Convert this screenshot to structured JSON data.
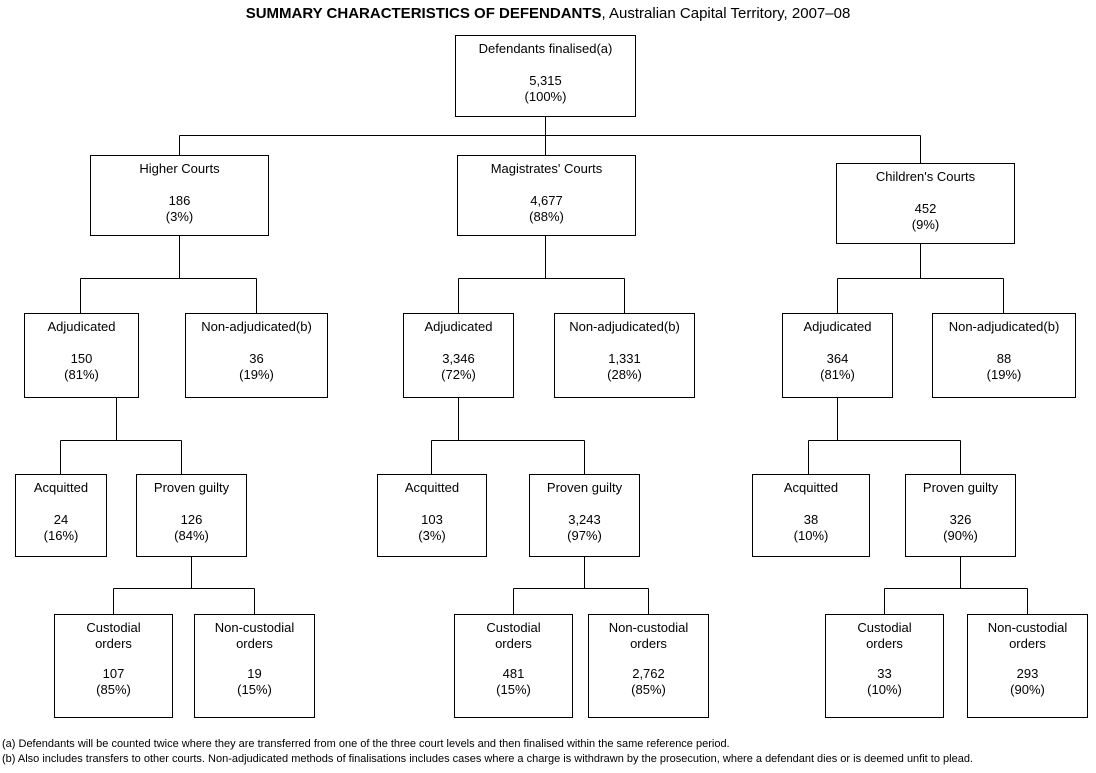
{
  "title": {
    "bold": "SUMMARY CHARACTERISTICS OF DEFENDANTS",
    "rest": ", Australian Capital Territory, 2007–08"
  },
  "chart_data": {
    "type": "diagram",
    "title": "SUMMARY CHARACTERISTICS OF DEFENDANTS, Australian Capital Territory, 2007–08",
    "root": "Defendants finalised(a)",
    "nodes": [
      {
        "id": "root",
        "label": "Defendants finalised(a)",
        "value": "5,315",
        "pct": "(100%)"
      },
      {
        "id": "higher",
        "label": "Higher Courts",
        "value": "186",
        "pct": "(3%)"
      },
      {
        "id": "magistrates",
        "label": "Magistrates' Courts",
        "value": "4,677",
        "pct": "(88%)"
      },
      {
        "id": "childrens",
        "label": "Children's Courts",
        "value": "452",
        "pct": "(9%)"
      },
      {
        "id": "h-adj",
        "label": "Adjudicated",
        "value": "150",
        "pct": "(81%)"
      },
      {
        "id": "h-nonadj",
        "label": "Non-adjudicated(b)",
        "value": "36",
        "pct": "(19%)"
      },
      {
        "id": "m-adj",
        "label": "Adjudicated",
        "value": "3,346",
        "pct": "(72%)"
      },
      {
        "id": "m-nonadj",
        "label": "Non-adjudicated(b)",
        "value": "1,331",
        "pct": "(28%)"
      },
      {
        "id": "c-adj",
        "label": "Adjudicated",
        "value": "364",
        "pct": "(81%)"
      },
      {
        "id": "c-nonadj",
        "label": "Non-adjudicated(b)",
        "value": "88",
        "pct": "(19%)"
      },
      {
        "id": "h-acq",
        "label": "Acquitted",
        "value": "24",
        "pct": "(16%)"
      },
      {
        "id": "h-guilty",
        "label": "Proven guilty",
        "value": "126",
        "pct": "(84%)"
      },
      {
        "id": "m-acq",
        "label": "Acquitted",
        "value": "103",
        "pct": "(3%)"
      },
      {
        "id": "m-guilty",
        "label": "Proven guilty",
        "value": "3,243",
        "pct": "(97%)"
      },
      {
        "id": "c-acq",
        "label": "Acquitted",
        "value": "38",
        "pct": "(10%)"
      },
      {
        "id": "c-guilty",
        "label": "Proven guilty",
        "value": "326",
        "pct": "(90%)"
      },
      {
        "id": "h-cust",
        "label": "Custodial\norders",
        "value": "107",
        "pct": "(85%)"
      },
      {
        "id": "h-noncust",
        "label": "Non-custodial\norders",
        "value": "19",
        "pct": "(15%)"
      },
      {
        "id": "m-cust",
        "label": "Custodial\norders",
        "value": "481",
        "pct": "(15%)"
      },
      {
        "id": "m-noncust",
        "label": "Non-custodial\norders",
        "value": "2,762",
        "pct": "(85%)"
      },
      {
        "id": "c-cust",
        "label": "Custodial\norders",
        "value": "33",
        "pct": "(10%)"
      },
      {
        "id": "c-noncust",
        "label": "Non-custodial\norders",
        "value": "293",
        "pct": "(90%)"
      }
    ],
    "edges": [
      [
        "root",
        "higher"
      ],
      [
        "root",
        "magistrates"
      ],
      [
        "root",
        "childrens"
      ],
      [
        "higher",
        "h-adj"
      ],
      [
        "higher",
        "h-nonadj"
      ],
      [
        "magistrates",
        "m-adj"
      ],
      [
        "magistrates",
        "m-nonadj"
      ],
      [
        "childrens",
        "c-adj"
      ],
      [
        "childrens",
        "c-nonadj"
      ],
      [
        "h-adj",
        "h-acq"
      ],
      [
        "h-adj",
        "h-guilty"
      ],
      [
        "m-adj",
        "m-acq"
      ],
      [
        "m-adj",
        "m-guilty"
      ],
      [
        "c-adj",
        "c-acq"
      ],
      [
        "c-adj",
        "c-guilty"
      ],
      [
        "h-guilty",
        "h-cust"
      ],
      [
        "h-guilty",
        "h-noncust"
      ],
      [
        "m-guilty",
        "m-cust"
      ],
      [
        "m-guilty",
        "m-noncust"
      ],
      [
        "c-guilty",
        "c-cust"
      ],
      [
        "c-guilty",
        "c-noncust"
      ]
    ]
  },
  "nodes": {
    "root": {
      "label": "Defendants finalised(a)",
      "value": "5,315",
      "pct": "(100%)"
    },
    "higher": {
      "label": "Higher Courts",
      "value": "186",
      "pct": "(3%)"
    },
    "magistrates": {
      "label": "Magistrates' Courts",
      "value": "4,677",
      "pct": "(88%)"
    },
    "childrens": {
      "label": "Children's Courts",
      "value": "452",
      "pct": "(9%)"
    },
    "h_adj": {
      "label": "Adjudicated",
      "value": "150",
      "pct": "(81%)"
    },
    "h_nonadj": {
      "label": "Non-adjudicated(b)",
      "value": "36",
      "pct": "(19%)"
    },
    "m_adj": {
      "label": "Adjudicated",
      "value": "3,346",
      "pct": "(72%)"
    },
    "m_nonadj": {
      "label": "Non-adjudicated(b)",
      "value": "1,331",
      "pct": "(28%)"
    },
    "c_adj": {
      "label": "Adjudicated",
      "value": "364",
      "pct": "(81%)"
    },
    "c_nonadj": {
      "label": "Non-adjudicated(b)",
      "value": "88",
      "pct": "(19%)"
    },
    "h_acq": {
      "label": "Acquitted",
      "value": "24",
      "pct": "(16%)"
    },
    "h_guilty": {
      "label": "Proven guilty",
      "value": "126",
      "pct": "(84%)"
    },
    "m_acq": {
      "label": "Acquitted",
      "value": "103",
      "pct": "(3%)"
    },
    "m_guilty": {
      "label": "Proven guilty",
      "value": "3,243",
      "pct": "(97%)"
    },
    "c_acq": {
      "label": "Acquitted",
      "value": "38",
      "pct": "(10%)"
    },
    "c_guilty": {
      "label": "Proven guilty",
      "value": "326",
      "pct": "(90%)"
    },
    "h_cust": {
      "label": "Custodial\norders",
      "value": "107",
      "pct": "(85%)"
    },
    "h_noncust": {
      "label": "Non-custodial\norders",
      "value": "19",
      "pct": "(15%)"
    },
    "m_cust": {
      "label": "Custodial\norders",
      "value": "481",
      "pct": "(15%)"
    },
    "m_noncust": {
      "label": "Non-custodial\norders",
      "value": "2,762",
      "pct": "(85%)"
    },
    "c_cust": {
      "label": "Custodial\norders",
      "value": "33",
      "pct": "(10%)"
    },
    "c_noncust": {
      "label": "Non-custodial\norders",
      "value": "293",
      "pct": "(90%)"
    }
  },
  "footnotes": {
    "a": "(a) Defendants will be counted twice where they are transferred from one of the three court levels and then finalised within the same reference period.",
    "b": "(b) Also includes transfers to other courts. Non-adjudicated methods of finalisations includes cases where a charge is withdrawn by the prosecution, where a defendant dies or is deemed unfit to plead."
  },
  "colors": {
    "line": "#000000",
    "box_fill": "#ffffff",
    "text": "#000000"
  }
}
